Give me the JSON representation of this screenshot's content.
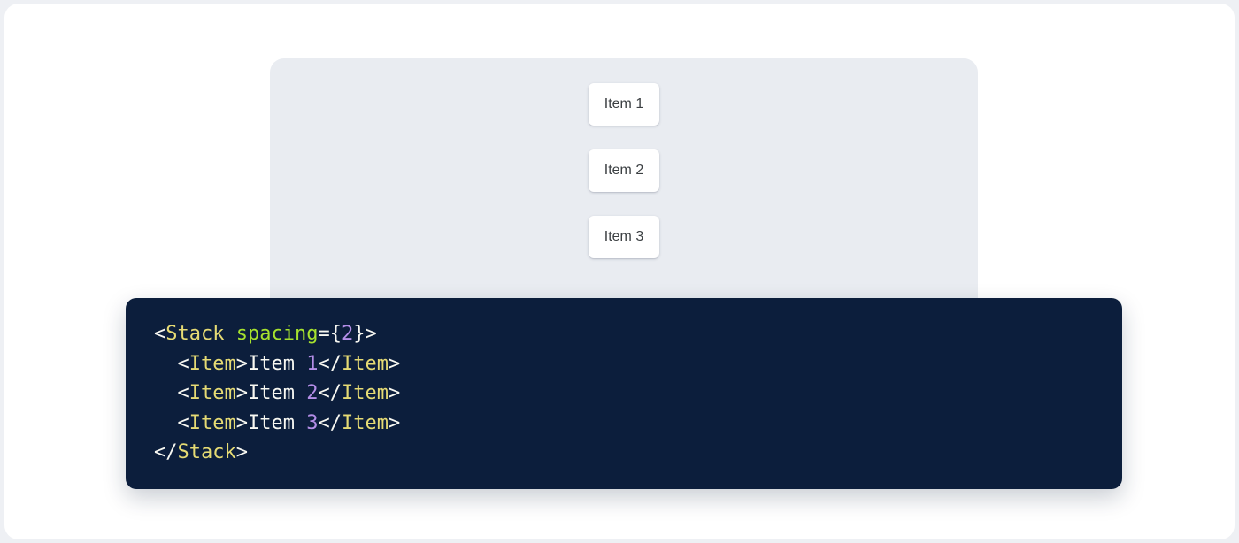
{
  "theme": {
    "page_background": "#ffffff",
    "backdrop": "#eef0f4",
    "card_background": "#ffffff",
    "preview_background": "#e9ecf1",
    "item_background": "#ffffff",
    "item_text_color": "#3c4043",
    "code_background": "#0c1e3c",
    "code_default_color": "#f8f8f2",
    "code_tag_color": "#e6db74",
    "code_attr_color": "#a6e22e",
    "code_number_color": "#b48ee8"
  },
  "preview": {
    "component_name": "Stack",
    "items": [
      {
        "label": "Item 1"
      },
      {
        "label": "Item 2"
      },
      {
        "label": "Item 3"
      }
    ]
  },
  "code": {
    "language": "jsx",
    "lines": [
      {
        "indent": "",
        "tokens": [
          {
            "text": "<",
            "type": "punct"
          },
          {
            "text": "Stack",
            "type": "tag"
          },
          {
            "text": " ",
            "type": "text"
          },
          {
            "text": "spacing",
            "type": "attr"
          },
          {
            "text": "={",
            "type": "punct"
          },
          {
            "text": "2",
            "type": "num"
          },
          {
            "text": "}>",
            "type": "punct"
          }
        ]
      },
      {
        "indent": "  ",
        "tokens": [
          {
            "text": "<",
            "type": "punct"
          },
          {
            "text": "Item",
            "type": "tag"
          },
          {
            "text": ">",
            "type": "punct"
          },
          {
            "text": "Item ",
            "type": "text"
          },
          {
            "text": "1",
            "type": "num"
          },
          {
            "text": "</",
            "type": "punct"
          },
          {
            "text": "Item",
            "type": "tag"
          },
          {
            "text": ">",
            "type": "punct"
          }
        ]
      },
      {
        "indent": "  ",
        "tokens": [
          {
            "text": "<",
            "type": "punct"
          },
          {
            "text": "Item",
            "type": "tag"
          },
          {
            "text": ">",
            "type": "punct"
          },
          {
            "text": "Item ",
            "type": "text"
          },
          {
            "text": "2",
            "type": "num"
          },
          {
            "text": "</",
            "type": "punct"
          },
          {
            "text": "Item",
            "type": "tag"
          },
          {
            "text": ">",
            "type": "punct"
          }
        ]
      },
      {
        "indent": "  ",
        "tokens": [
          {
            "text": "<",
            "type": "punct"
          },
          {
            "text": "Item",
            "type": "tag"
          },
          {
            "text": ">",
            "type": "punct"
          },
          {
            "text": "Item ",
            "type": "text"
          },
          {
            "text": "3",
            "type": "num"
          },
          {
            "text": "</",
            "type": "punct"
          },
          {
            "text": "Item",
            "type": "tag"
          },
          {
            "text": ">",
            "type": "punct"
          }
        ]
      },
      {
        "indent": "",
        "tokens": [
          {
            "text": "</",
            "type": "punct"
          },
          {
            "text": "Stack",
            "type": "tag"
          },
          {
            "text": ">",
            "type": "punct"
          }
        ]
      }
    ]
  }
}
